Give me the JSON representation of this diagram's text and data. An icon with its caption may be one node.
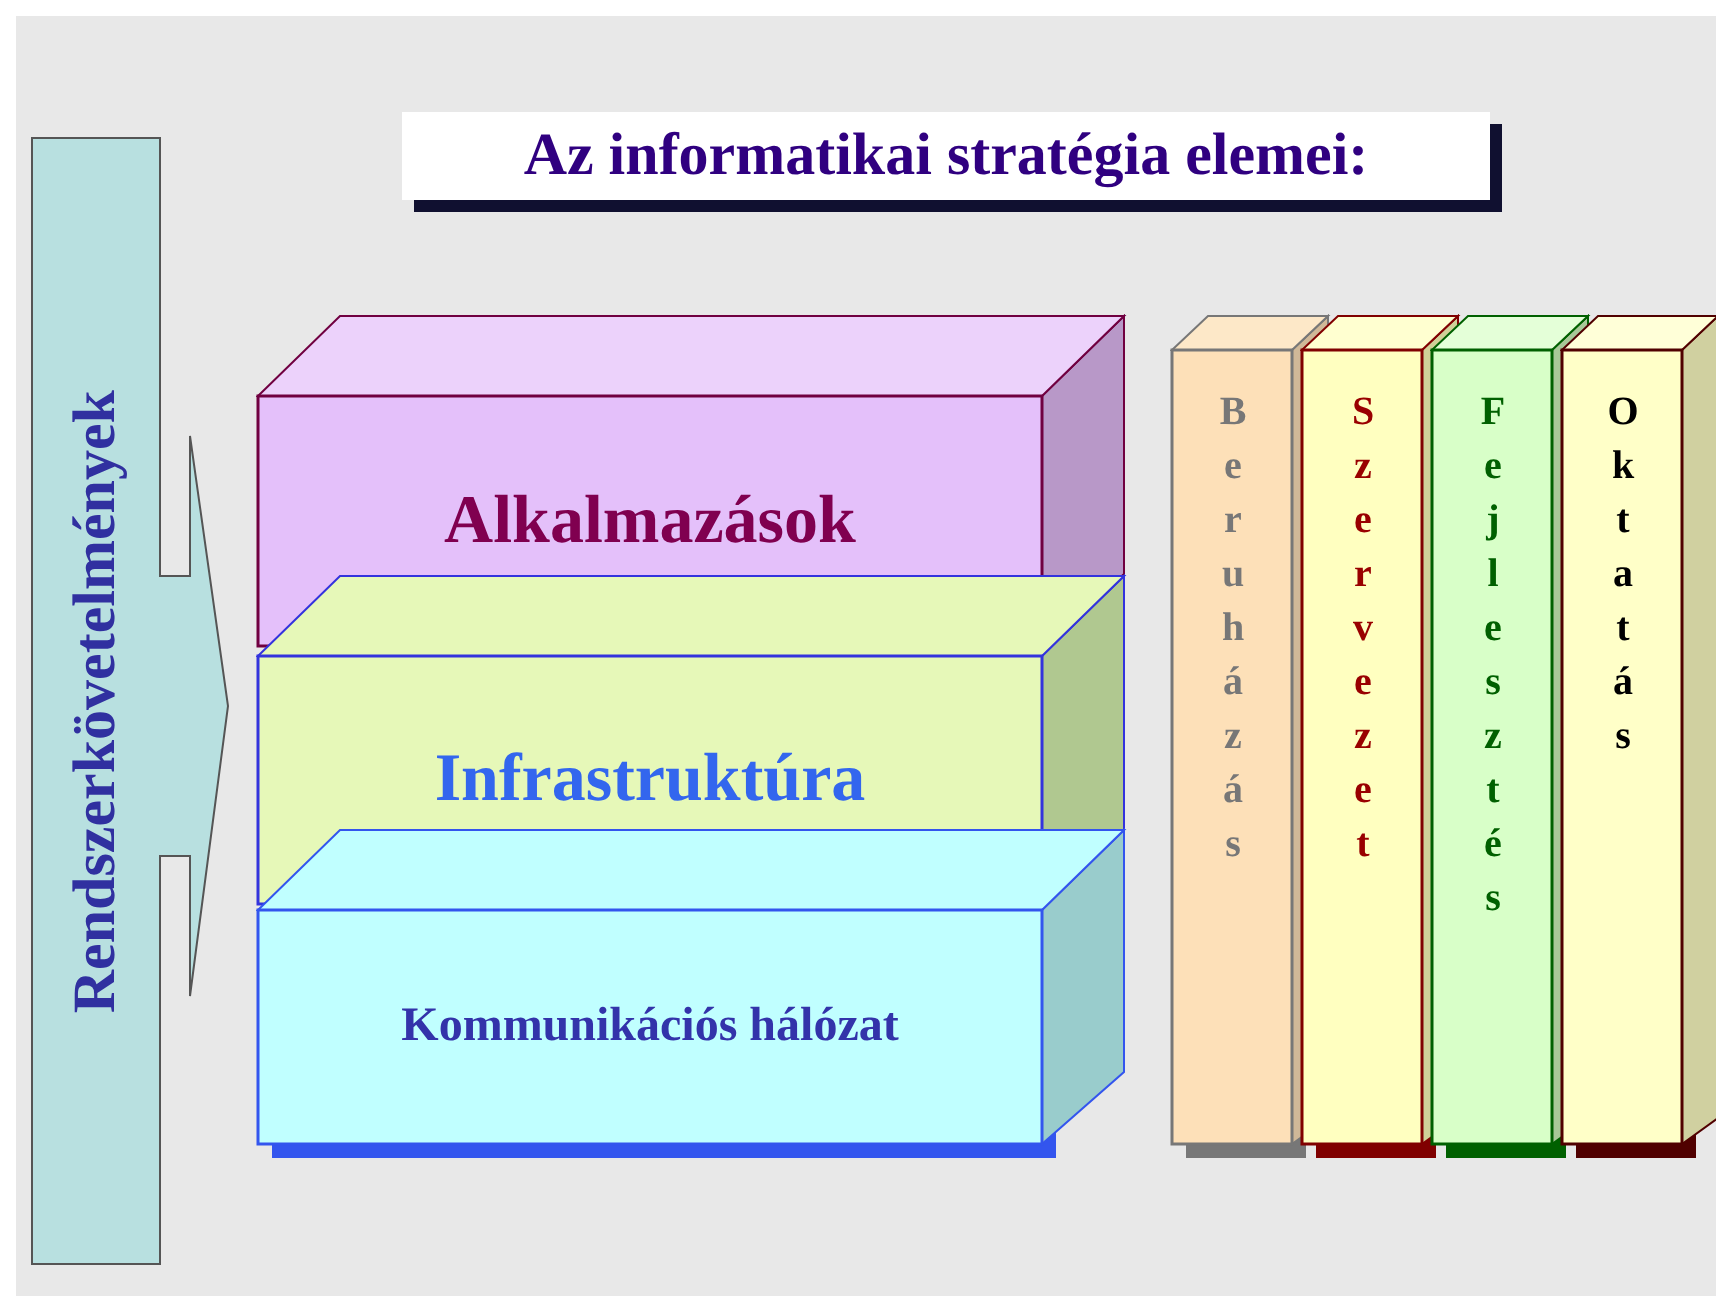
{
  "diagram": {
    "title": "Az informatikai stratégia elemei:",
    "nodes": [
      {
        "text": [
          "Rendszerkövetelmények"
        ]
      },
      {
        "text": [
          "Alkalmazások"
        ]
      },
      {
        "text": [
          "Infrastruktúra"
        ]
      },
      {
        "text": [
          "Kommunikációs hálózat"
        ]
      },
      {
        "text": [
          "Beruházás"
        ]
      },
      {
        "text": [
          "Szervezet"
        ]
      },
      {
        "text": [
          "Fejlesztés"
        ]
      },
      {
        "text": [
          "Oktatás"
        ]
      }
    ],
    "edges": []
  }
}
